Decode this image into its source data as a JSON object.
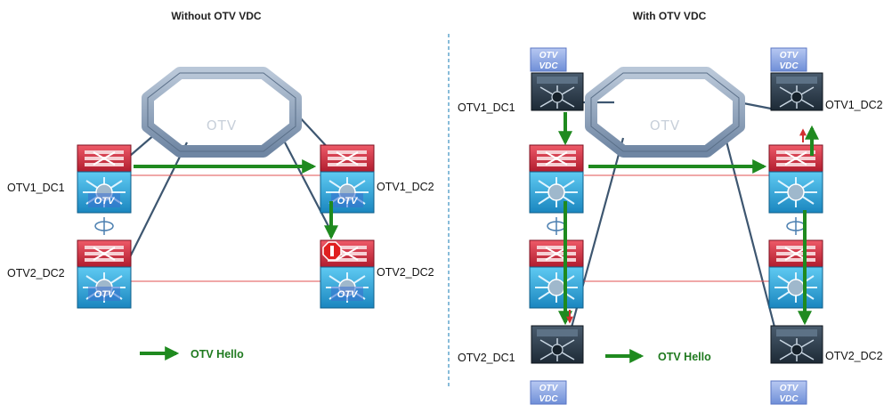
{
  "left_panel": {
    "title": "Without OTV VDC",
    "cloud_label": "OTV",
    "cloud_label_ghost": "OTV",
    "labels": {
      "otv1_dc1": "OTV1_DC1",
      "otv2_dc2_left": "OTV2_DC2",
      "otv1_dc2": "OTV1_DC2",
      "otv2_dc2_right": "OTV2_DC2"
    },
    "device_chip": "OTV",
    "legend": "OTV Hello"
  },
  "right_panel": {
    "title": "With OTV VDC",
    "cloud_label": "OTV",
    "cloud_label_ghost": "OTV",
    "vdc_line1": "OTV",
    "vdc_line2": "VDC",
    "labels": {
      "otv1_dc1": "OTV1_DC1",
      "otv1_dc2": "OTV1_DC2",
      "otv2_dc1": "OTV2_DC1",
      "otv2_dc2": "OTV2_DC2"
    },
    "legend": "OTV Hello"
  },
  "colors": {
    "hello_arrow": "#1f8a1f",
    "router_red": "#c8283a",
    "switch_blue": "#2aa6d8",
    "vdc_dark": "#2b3a48",
    "ring": "#8fa3bd",
    "link": "#3d5670",
    "red_link": "#e05050",
    "divider": "#3a8fc0"
  }
}
